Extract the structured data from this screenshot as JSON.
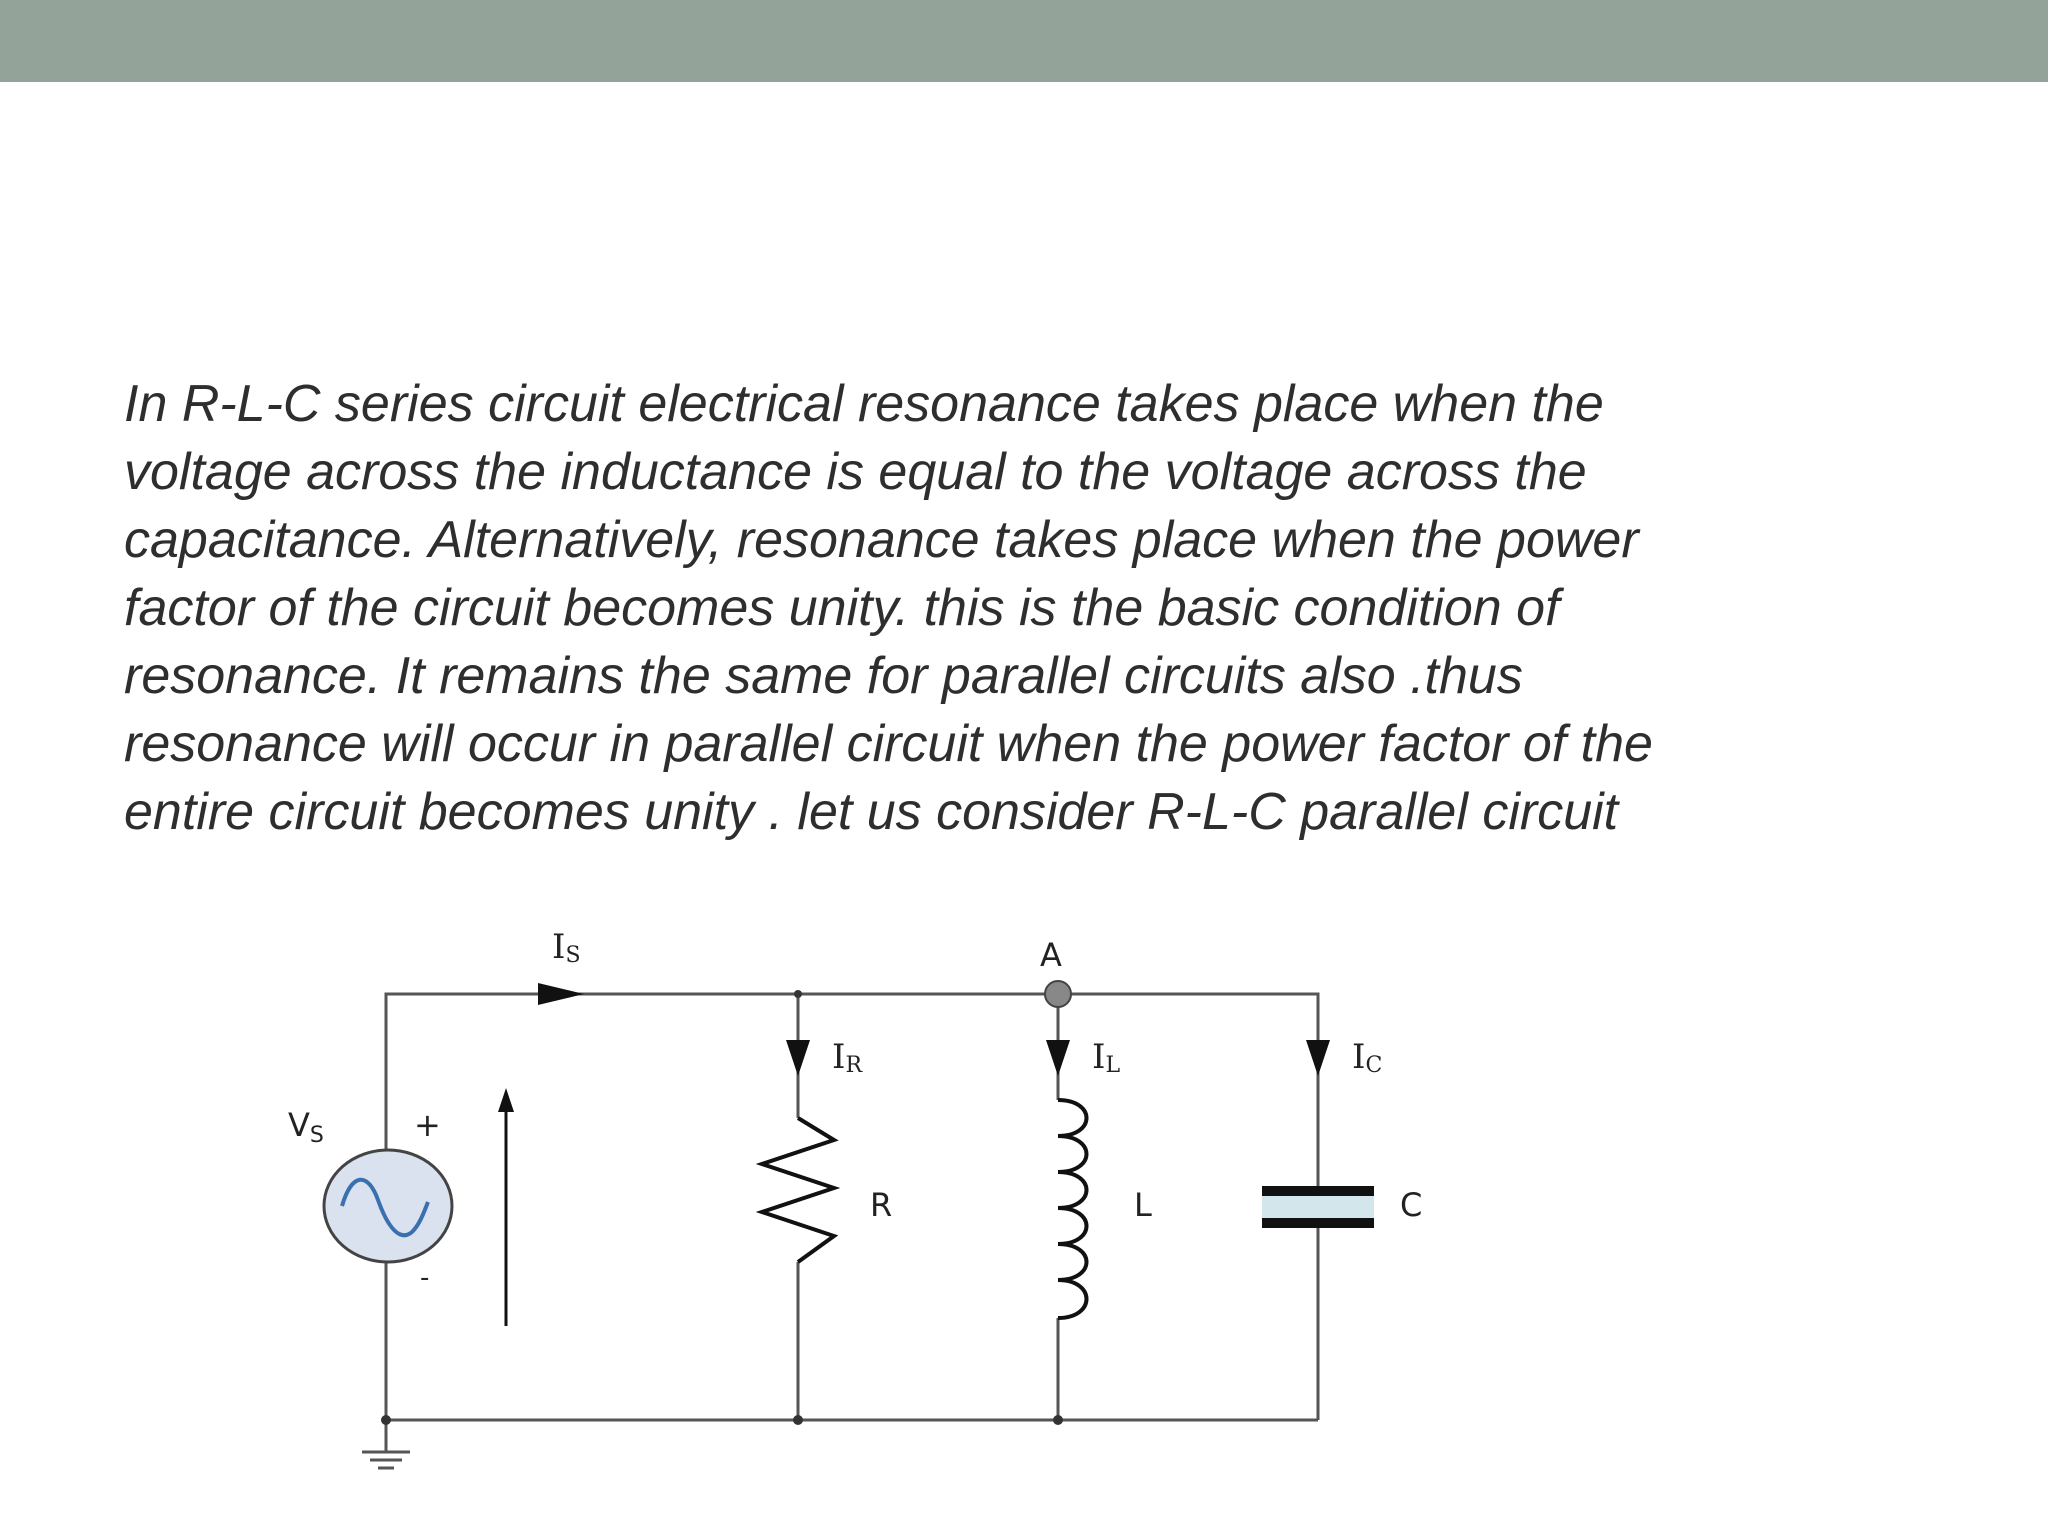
{
  "colors": {
    "header_bar": "#93a39a",
    "body_text": "#2e2e2e",
    "wire": "#555555",
    "component_label": "#3a6fb0",
    "source_fill": "#d9e2ee",
    "capacitor_gap": "#d2e6ec"
  },
  "paragraph": {
    "lines": [
      "In R-L-C series circuit electrical resonance takes place when the",
      "voltage across the inductance is equal to the voltage across the",
      "capacitance. Alternatively, resonance takes place when the power",
      "factor of the circuit becomes unity. this is the basic condition of",
      "resonance. It remains the same for parallel circuits also .thus",
      "resonance will occur in parallel circuit when the power factor of the",
      "entire circuit becomes unity . let us consider R-L-C parallel circuit"
    ]
  },
  "circuit": {
    "source_current": {
      "main": "I",
      "sub": "S"
    },
    "source_voltage": {
      "main": "V",
      "sub": "S"
    },
    "plus_sign": "+",
    "minus_sign": "-",
    "node_label": "A",
    "resistor_current": {
      "main": "I",
      "sub": "R"
    },
    "inductor_current": {
      "main": "I",
      "sub": "L"
    },
    "capacitor_current": {
      "main": "I",
      "sub": "C"
    },
    "resistor_label": "R",
    "inductor_label": "L",
    "capacitor_label": "C",
    "icons": [
      "ac-source-icon",
      "resistor-icon",
      "inductor-icon",
      "capacitor-icon",
      "ground-icon",
      "current-arrow-icon"
    ]
  }
}
